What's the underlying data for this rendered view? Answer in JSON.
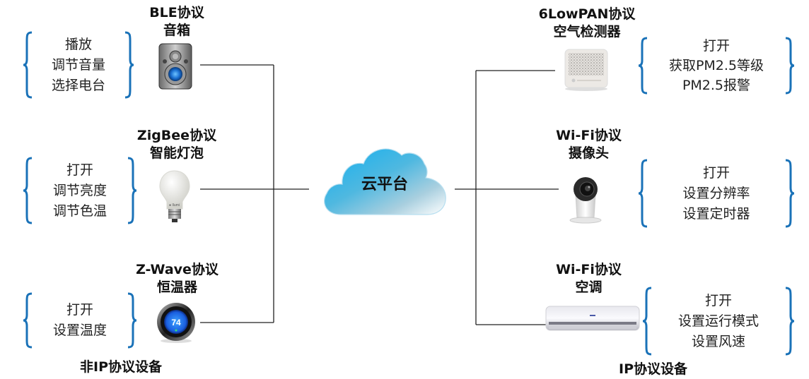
{
  "cloud": {
    "label": "云平台",
    "icon": "cloud-icon",
    "colors": {
      "top": "#1fb5ef",
      "bottom": "#f4f7f9"
    }
  },
  "brace_color": "#1a72b8",
  "non_ip_group": {
    "label": "非IP协议设备",
    "devices": [
      {
        "protocol": "BLE协议",
        "name": "音箱",
        "icon": "speaker-icon",
        "capabilities": [
          "播放",
          "调节音量",
          "选择电台"
        ]
      },
      {
        "protocol": "ZigBee协议",
        "name": "智能灯泡",
        "icon": "light-bulb-icon",
        "capabilities": [
          "打开",
          "调节亮度",
          "调节色温"
        ]
      },
      {
        "protocol": "Z-Wave协议",
        "name": "恒温器",
        "icon": "thermostat-icon",
        "display_value": "74",
        "capabilities": [
          "打开",
          "设置温度"
        ]
      }
    ]
  },
  "ip_group": {
    "label": "IP协议设备",
    "devices": [
      {
        "protocol": "6LowPAN协议",
        "name": "空气检测器",
        "icon": "air-detector-icon",
        "capabilities": [
          "打开",
          "获取PM2.5等级",
          "PM2.5报警"
        ]
      },
      {
        "protocol": "Wi-Fi协议",
        "name": "摄像头",
        "icon": "camera-icon",
        "capabilities": [
          "打开",
          "设置分辨率",
          "设置定时器"
        ]
      },
      {
        "protocol": "Wi-Fi协议",
        "name": "空调",
        "icon": "air-conditioner-icon",
        "capabilities": [
          "打开",
          "设置运行模式",
          "设置风速"
        ]
      }
    ]
  }
}
